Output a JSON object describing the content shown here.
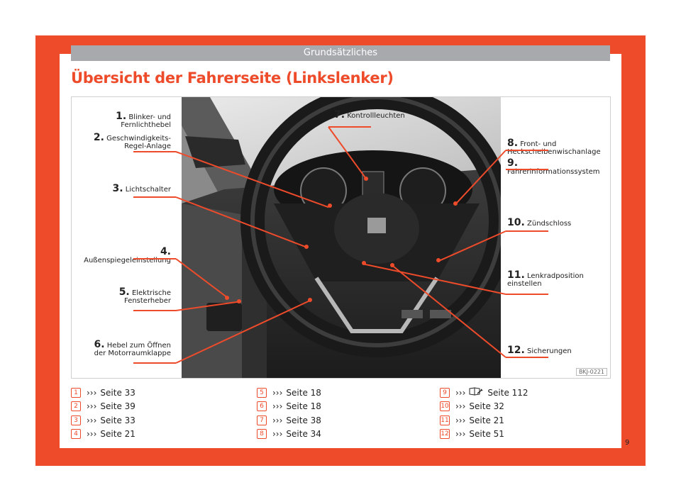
{
  "header": {
    "section": "Grundsätzliches",
    "title": "Übersicht der Fahrerseite (Linkslenker)"
  },
  "figure": {
    "code": "BKJ-0221",
    "callouts": [
      {
        "number": "1.",
        "lines": [
          "Blinker- und",
          "Fernlichthebel"
        ]
      },
      {
        "number": "2.",
        "lines": [
          "Geschwindigkeits-",
          "Regel-Anlage"
        ]
      },
      {
        "number": "3.",
        "lines": [
          "Lichtschalter"
        ]
      },
      {
        "number": "4.",
        "lines": [
          "Außenspiegeleinstellung"
        ]
      },
      {
        "number": "5.",
        "lines": [
          "Elektrische",
          "Fensterheber"
        ]
      },
      {
        "number": "6.",
        "lines": [
          "Hebel zum Öffnen",
          "der Motorraumklappe"
        ]
      },
      {
        "number": "7.",
        "lines": [
          "Kontrollleuchten"
        ]
      },
      {
        "number": "8.",
        "lines": [
          "Front- und",
          "Heckscheibenwischanlage"
        ]
      },
      {
        "number": "9.",
        "lines": [
          "Fahrerinformationssystem"
        ]
      },
      {
        "number": "10.",
        "lines": [
          "Zündschloss"
        ]
      },
      {
        "number": "11.",
        "lines": [
          "Lenkradposition",
          "einstellen"
        ]
      },
      {
        "number": "12.",
        "lines": [
          "Sicherungen"
        ]
      }
    ]
  },
  "references": [
    {
      "n": "1",
      "text": "Seite 33"
    },
    {
      "n": "2",
      "text": "Seite 39"
    },
    {
      "n": "3",
      "text": "Seite 33"
    },
    {
      "n": "4",
      "text": "Seite 21"
    },
    {
      "n": "5",
      "text": "Seite 18"
    },
    {
      "n": "6",
      "text": "Seite 18"
    },
    {
      "n": "7",
      "text": "Seite 38"
    },
    {
      "n": "8",
      "text": "Seite 34"
    },
    {
      "n": "9",
      "text": "Seite 112",
      "icon": "book-wrench-icon"
    },
    {
      "n": "10",
      "text": "Seite 32"
    },
    {
      "n": "11",
      "text": "Seite 21"
    },
    {
      "n": "12",
      "text": "Seite 51"
    }
  ],
  "chevron": "›››",
  "page_number": "9",
  "colors": {
    "accent": "#ee4b2b",
    "bar": "#a7a9ac"
  }
}
